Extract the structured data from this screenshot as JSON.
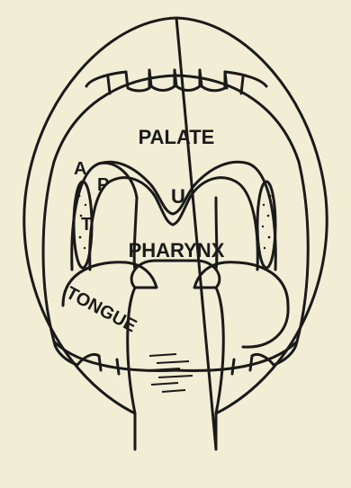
{
  "labels": {
    "palate": "PALATE",
    "pharynx": "PHARYNX",
    "tongue": "TONGUE",
    "a": "A",
    "p": "P",
    "u": "U",
    "t": "T"
  },
  "colors": {
    "background": "#f2edd5",
    "ink": "#1a1a1a"
  }
}
